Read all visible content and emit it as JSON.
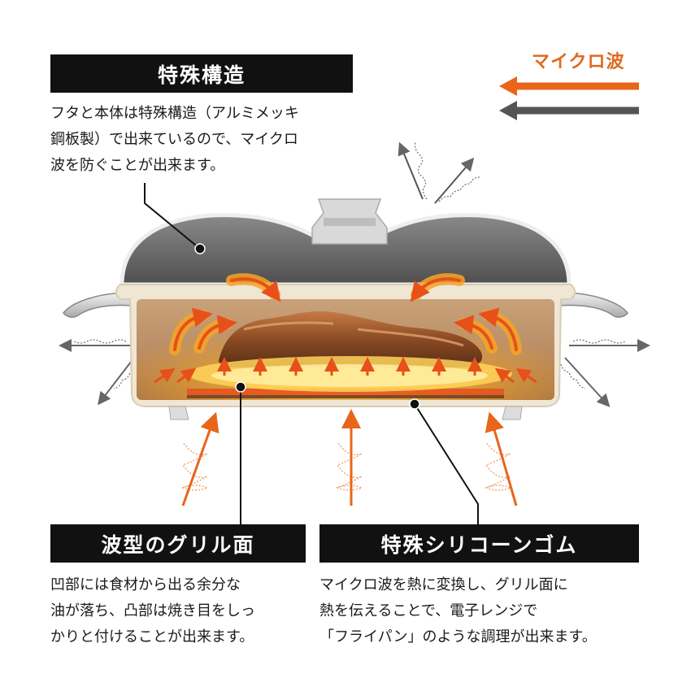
{
  "legend": {
    "label": "マイクロ波",
    "arrow_orange": "#e8651a",
    "arrow_gray": "#555555"
  },
  "sections": {
    "lid": {
      "title": "特殊構造",
      "lines": [
        "フタと本体は特殊構造（アルミメッキ",
        "鋼板製）で出来ているので、マイクロ",
        "波を防ぐことが出来ます。"
      ]
    },
    "grill": {
      "title": "波型のグリル面",
      "lines": [
        "凹部には食材から出る余分な",
        "油が落ち、凸部は焼き目をしっ",
        "かりと付けることが出来ます。"
      ]
    },
    "rubber": {
      "title": "特殊シリコーンゴム",
      "lines": [
        "マイクロ波を熱に変換し、グリル面に",
        "熱を伝えることで、電子レンジで",
        "「フライパン」のような調理が出来ます。"
      ]
    }
  },
  "colors": {
    "heat_orange": "#f5a623",
    "heat_red": "#e8501a",
    "lid_gray": "#6b6b6b",
    "body_cream": "#efe6d4"
  }
}
